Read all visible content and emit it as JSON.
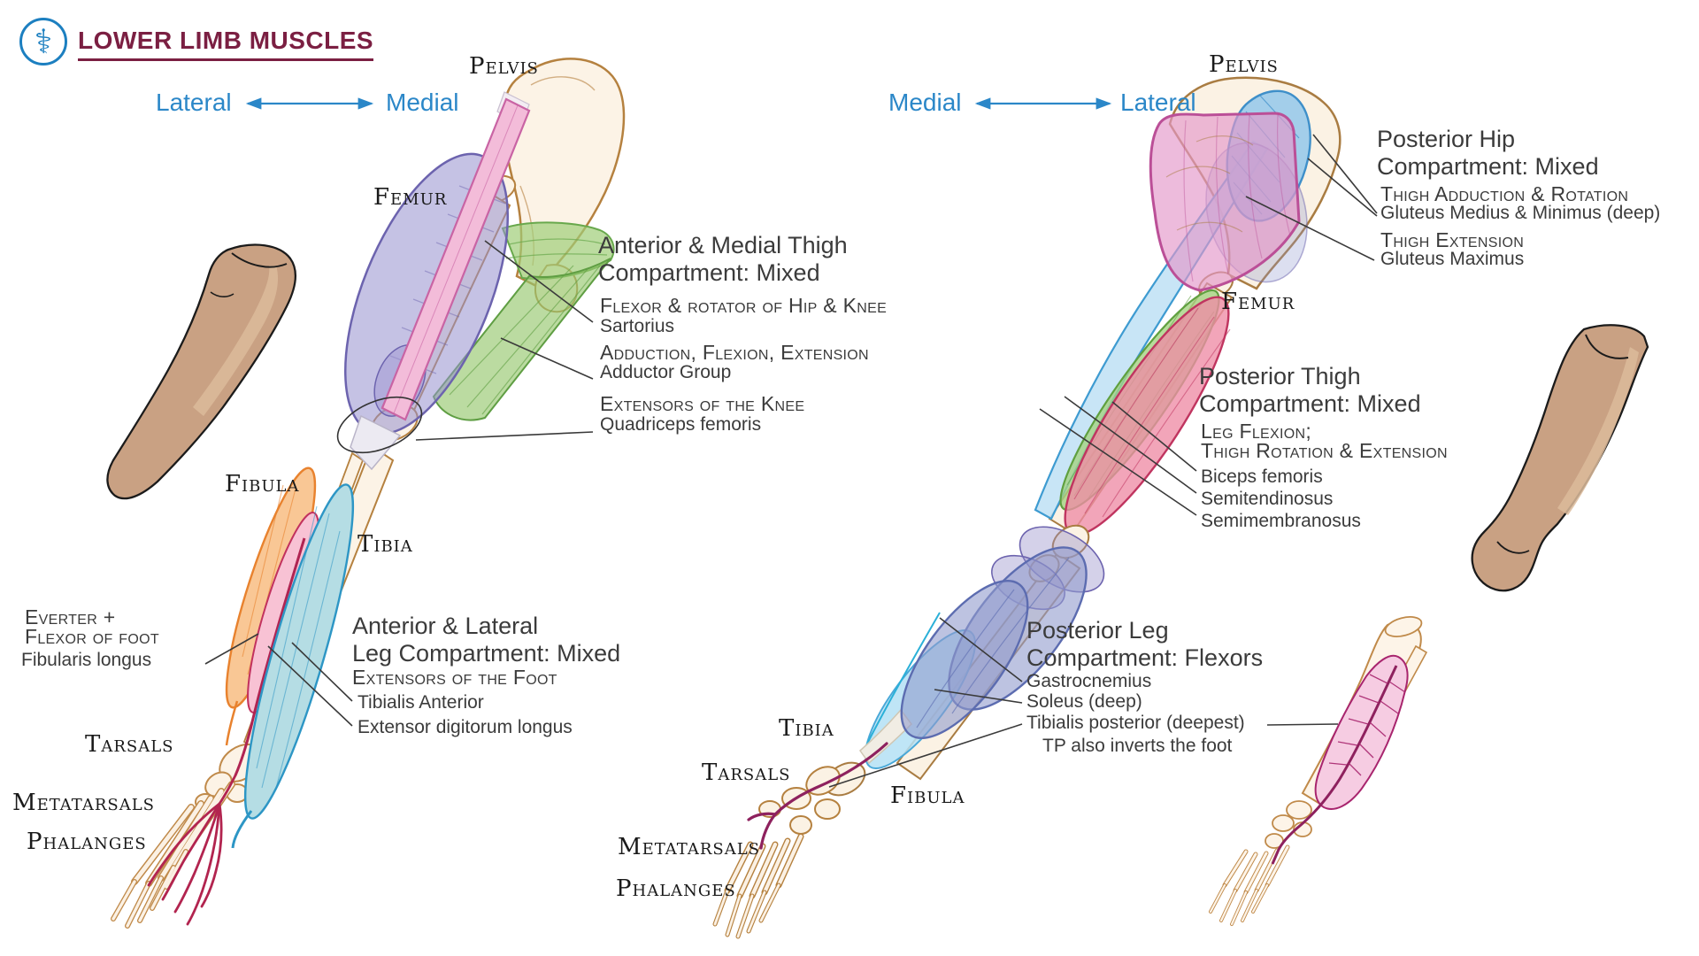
{
  "header": {
    "title": "LOWER LIMB MUSCLES",
    "logo_icon": "staff-of-asclepius"
  },
  "colors": {
    "accent_blue": "#2b87c8",
    "title_maroon": "#7b1f42",
    "text": "#3d3d3d",
    "bone_outline": "#b5813f",
    "skin": "#c9a183",
    "sartorius_pink": "#f3bcd9",
    "quadriceps_lavender": "#948cc9",
    "adductor_green": "#8fc470",
    "fibularis_orange": "#e8822e",
    "tibialis_anterior_blue": "#2d96c5",
    "extensor_digitorum_pink": "#c2315e",
    "foot_tendon_red": "#b2244f",
    "gluteus_maximus_magenta": "#c75da5",
    "gluteus_medius_blue": "#3e8fc9",
    "hamstring_crimson": "#c03560",
    "hamstring_green": "#5fa03f",
    "gastrocnemius_purple": "#5c6cb0",
    "soleus_blue": "#49a8d8",
    "tibialis_posterior_magenta": "#8e215e"
  },
  "anterior": {
    "orientation": {
      "left_label": "Lateral",
      "right_label": "Medial"
    },
    "bones": {
      "pelvis": "Pelvis",
      "femur": "Femur",
      "fibula": "Fibula",
      "tibia": "Tibia",
      "tarsals": "Tarsals",
      "metatarsals": "Metatarsals",
      "phalanges": "Phalanges"
    },
    "thigh": {
      "heading_line1": "Anterior & Medial Thigh",
      "heading_line2": "Compartment: Mixed",
      "items": [
        {
          "action": "Flexor & rotator of Hip & Knee",
          "muscle": "Sartorius"
        },
        {
          "action": "Adduction, Flexion, Extension",
          "muscle": "Adductor Group"
        },
        {
          "action": "Extensors of the Knee",
          "muscle": "Quadriceps femoris"
        }
      ]
    },
    "leg": {
      "heading_line1": "Anterior & Lateral",
      "heading_line2": "Leg Compartment: Mixed",
      "action": "Extensors of the Foot",
      "muscle1": "Tibialis Anterior",
      "muscle2": "Extensor digitorum longus"
    },
    "everter": {
      "action_line1": "Everter +",
      "action_line2": "Flexor of foot",
      "muscle": "Fibularis longus"
    }
  },
  "posterior": {
    "orientation": {
      "left_label": "Medial",
      "right_label": "Lateral"
    },
    "bones": {
      "pelvis": "Pelvis",
      "femur": "Femur",
      "tibia": "Tibia",
      "fibula": "Fibula",
      "tarsals": "Tarsals",
      "metatarsals": "Metatarsals",
      "phalanges": "Phalanges"
    },
    "hip": {
      "heading_line1": "Posterior Hip",
      "heading_line2": "Compartment: Mixed",
      "items": [
        {
          "action": "Thigh Adduction & Rotation",
          "muscle": "Gluteus Medius & Minimus (deep)"
        },
        {
          "action": "Thigh Extension",
          "muscle": "Gluteus Maximus"
        }
      ]
    },
    "thigh": {
      "heading_line1": "Posterior Thigh",
      "heading_line2": "Compartment: Mixed",
      "action_line1": "Leg Flexion;",
      "action_line2": "Thigh Rotation & Extension",
      "muscle1": "Biceps femoris",
      "muscle2": "Semitendinosus",
      "muscle3": "Semimembranosus"
    },
    "leg": {
      "heading_line1": "Posterior Leg",
      "heading_line2": "Compartment: Flexors",
      "muscle1": "Gastrocnemius",
      "muscle2": "Soleus (deep)",
      "muscle3": "Tibialis posterior (deepest)",
      "note": "TP also inverts the foot"
    }
  }
}
